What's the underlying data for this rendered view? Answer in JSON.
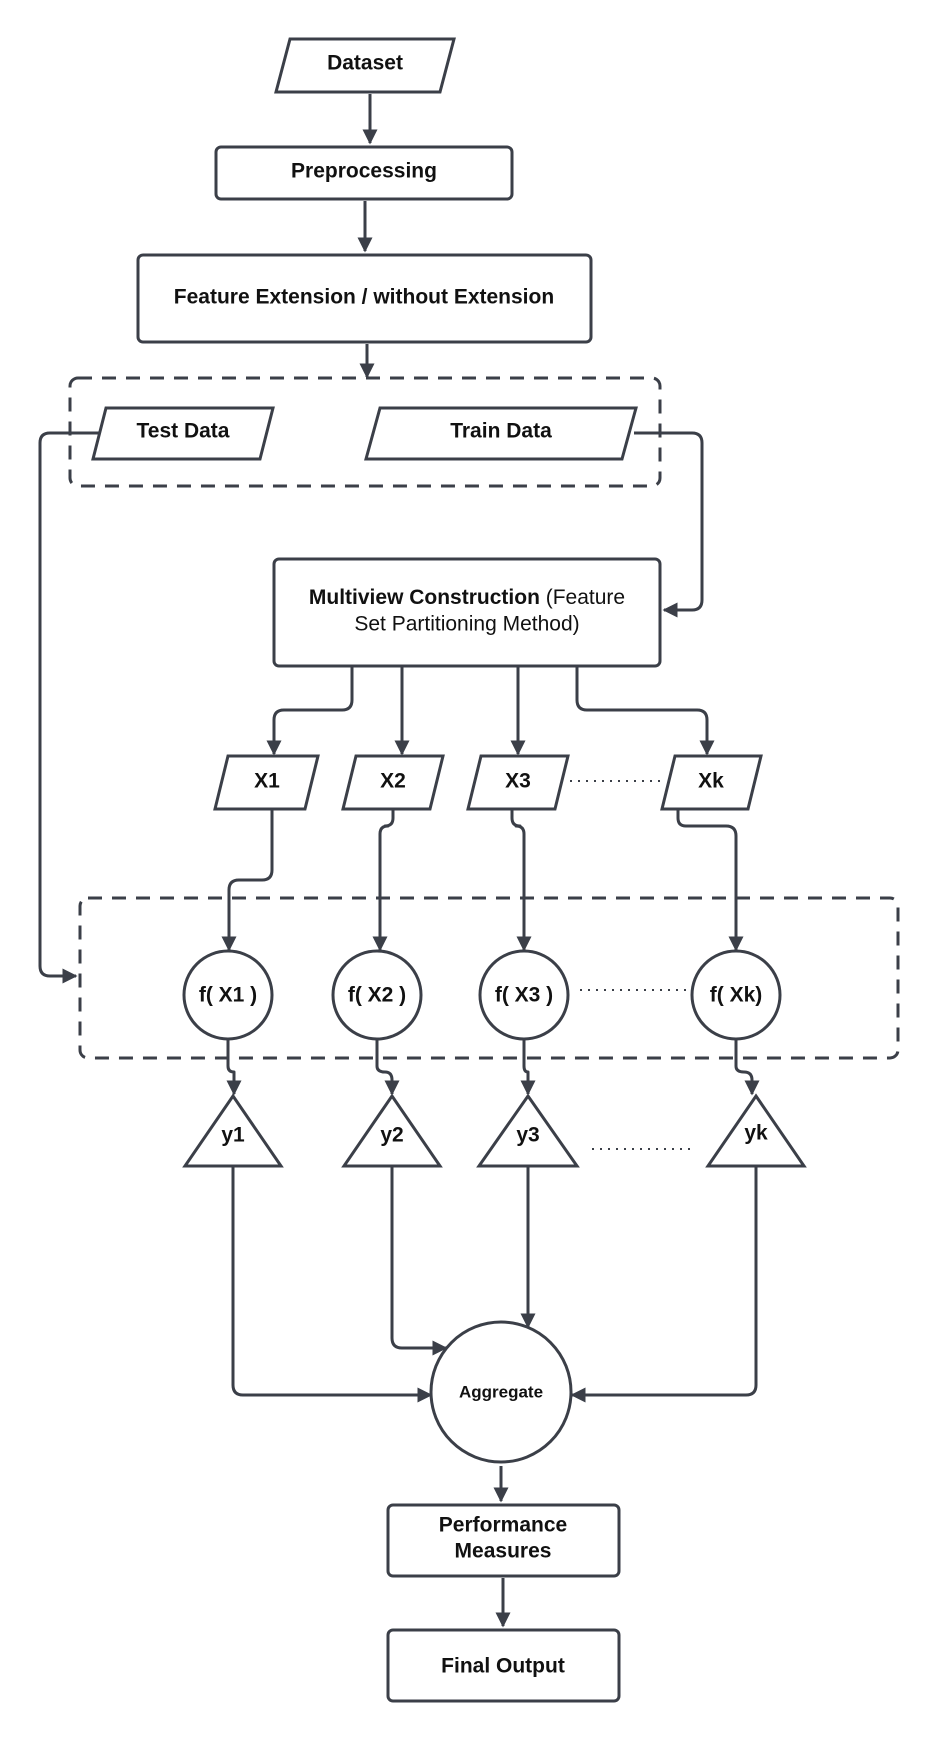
{
  "nodes": {
    "dataset": "Dataset",
    "preprocessing": "Preprocessing",
    "feature_extension": "Feature Extension / without Extension",
    "test_data": "Test Data",
    "train_data": "Train Data",
    "multiview_bold": "Multiview Construction",
    "multiview_rest_line1": " (Feature",
    "multiview_line2": "Set Partitioning Method)",
    "views": [
      "X1",
      "X2",
      "X3",
      "Xk"
    ],
    "models": [
      "f( X1 )",
      "f( X2 )",
      "f( X3 )",
      "f( Xk)"
    ],
    "outputs": [
      "y1",
      "y2",
      "y3",
      "yk"
    ],
    "aggregate": "Aggregate",
    "performance_line1": "Performance",
    "performance_line2": "Measures",
    "final_output": "Final Output"
  },
  "colors": {
    "stroke": "#3b3f48",
    "text": "#111111",
    "background": "#ffffff"
  }
}
